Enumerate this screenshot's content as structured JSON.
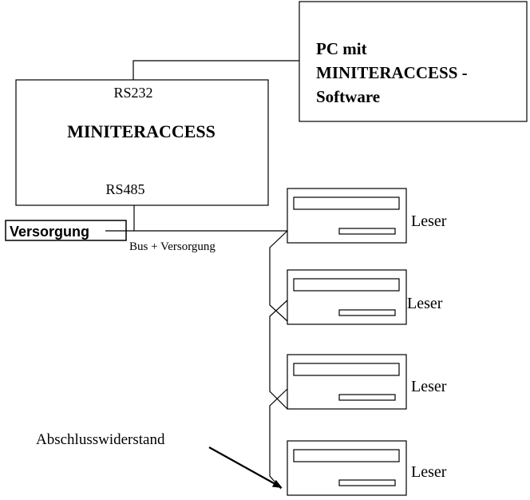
{
  "pc": {
    "line1": "PC mit",
    "line2": "MINITERACCESS -",
    "line3": "Software"
  },
  "controller": {
    "name": "MINITERACCESS",
    "port_top": "RS232",
    "port_bottom": "RS485"
  },
  "power_label": "Versorgung",
  "bus_label": "Bus + Versorgung",
  "terminator_label": "Abschlusswiderstand",
  "readers": [
    {
      "label": "Leser"
    },
    {
      "label": "Leser"
    },
    {
      "label": "Leser"
    },
    {
      "label": "Leser"
    }
  ]
}
